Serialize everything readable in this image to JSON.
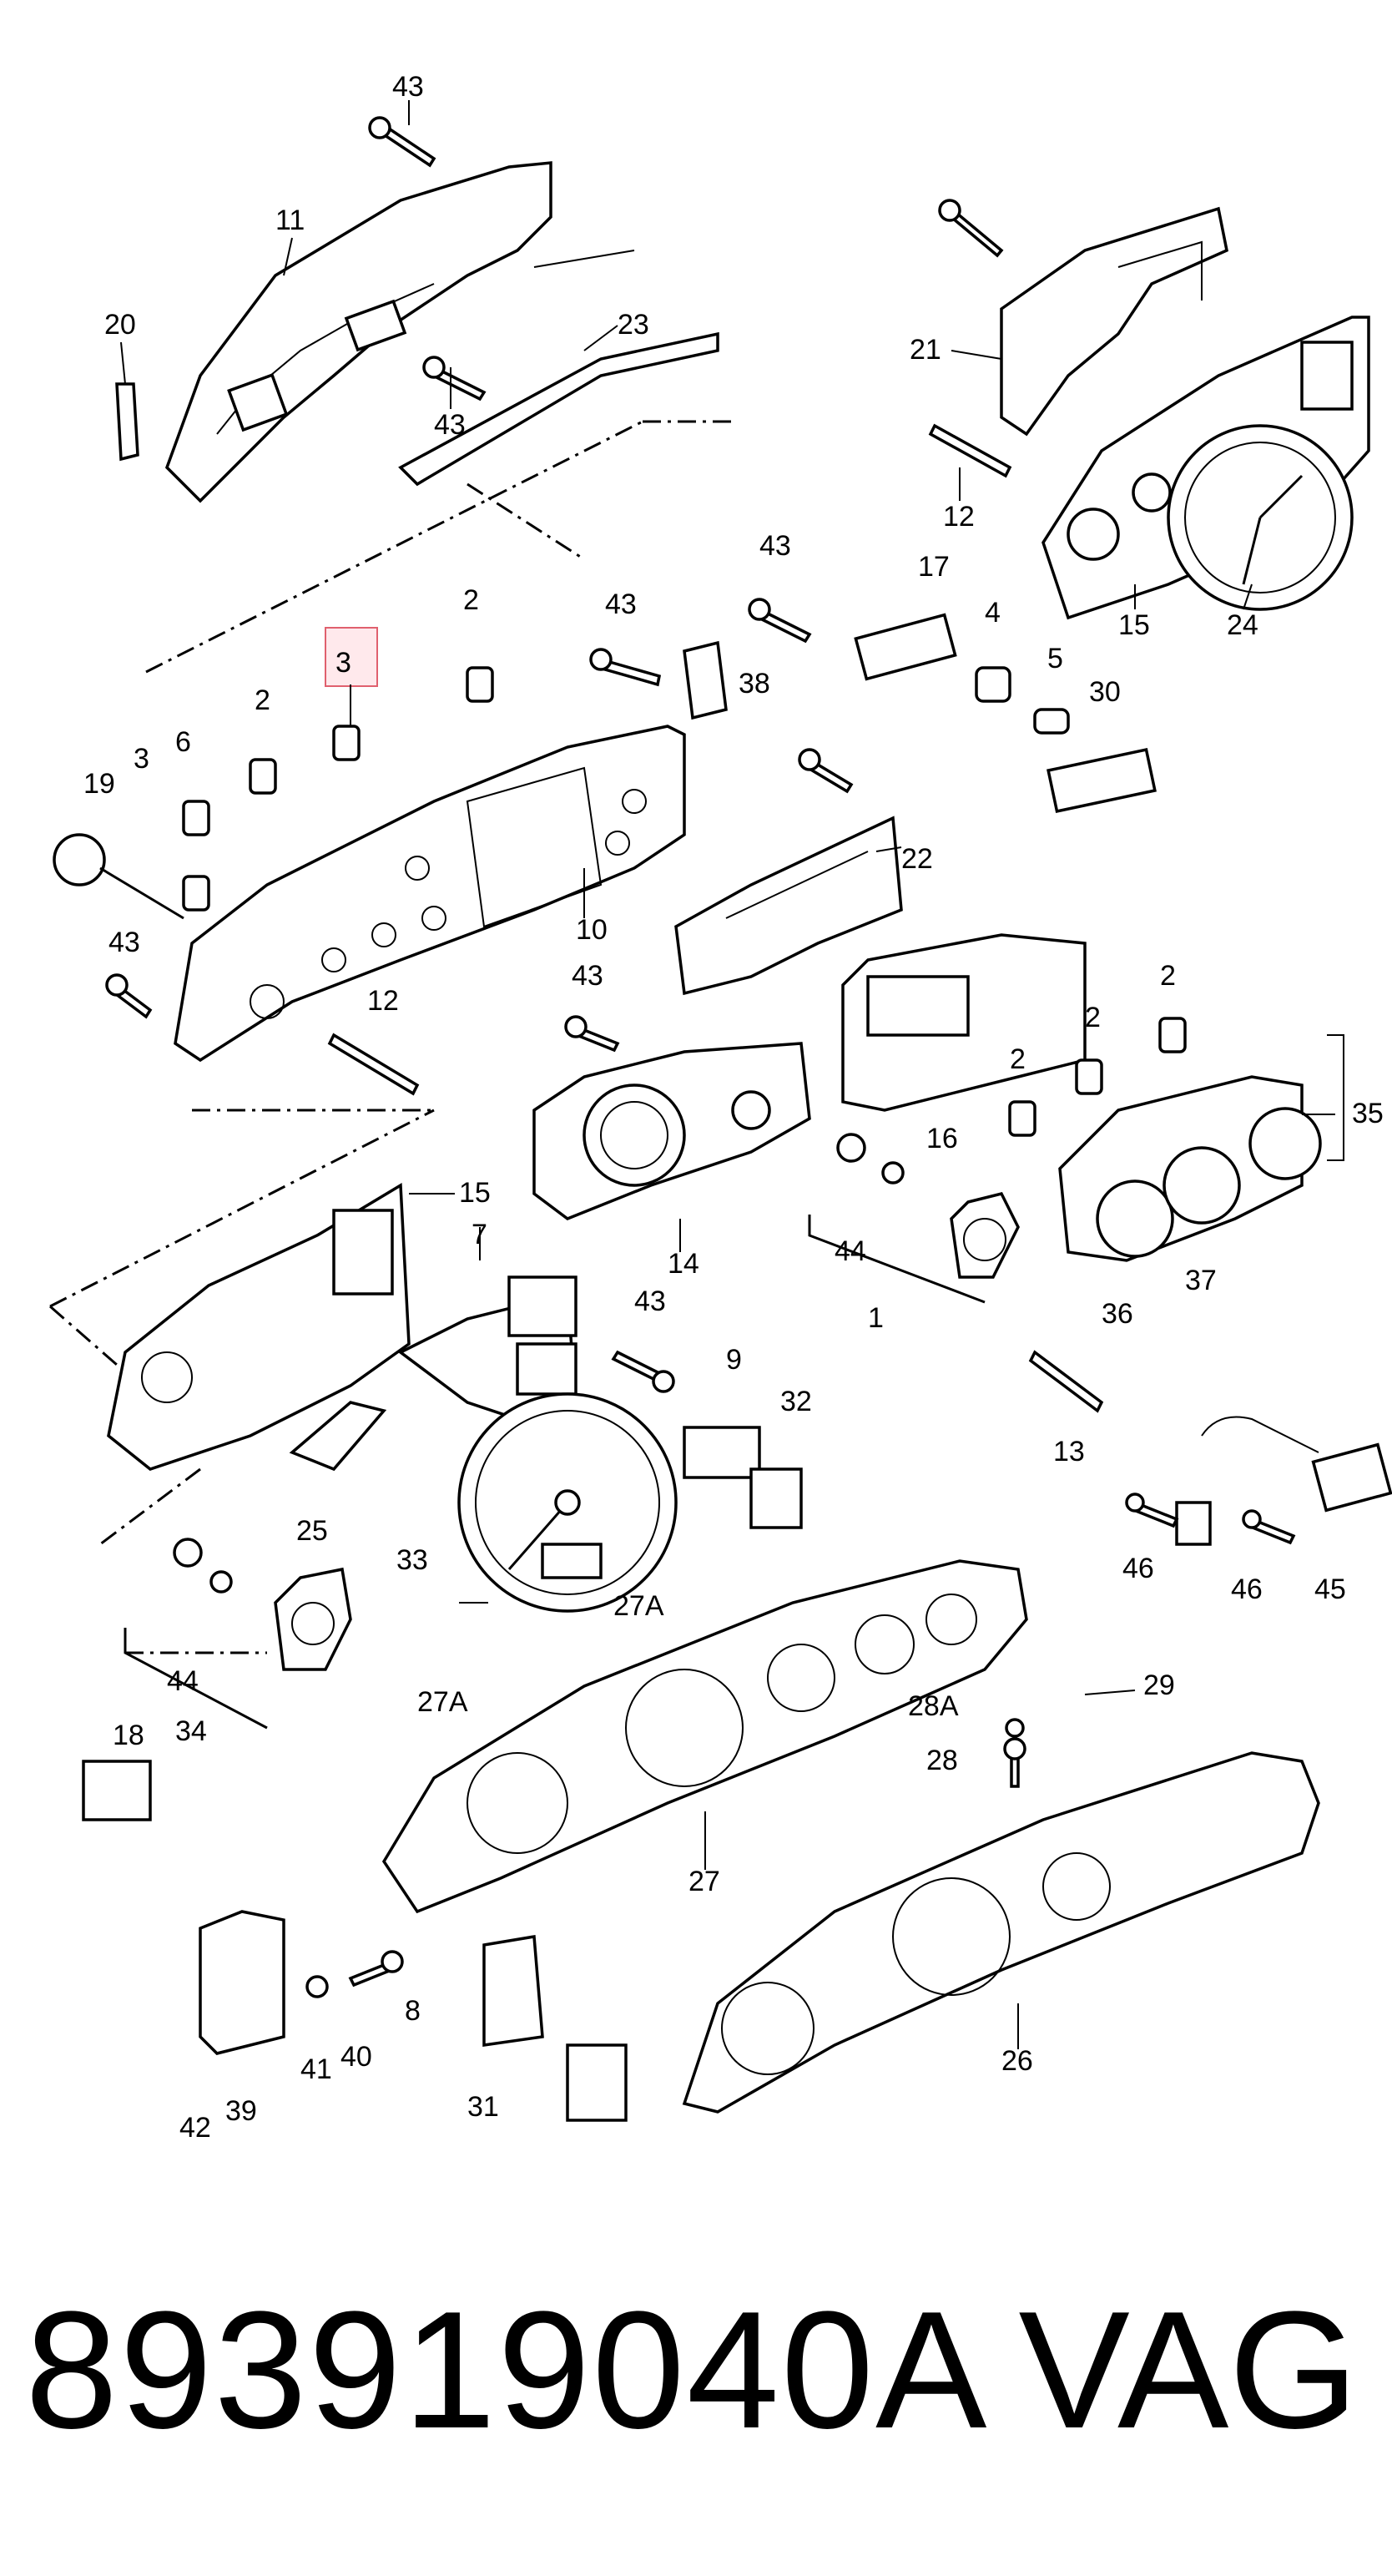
{
  "diagram": {
    "highlighted_callout": "3",
    "callouts": [
      "43",
      "11",
      "20",
      "23",
      "43",
      "21",
      "12",
      "15",
      "24",
      "2",
      "3",
      "43",
      "38",
      "43",
      "17",
      "4",
      "5",
      "30",
      "2",
      "6",
      "3",
      "19",
      "43",
      "10",
      "22",
      "12",
      "43",
      "16",
      "2",
      "2",
      "2",
      "35",
      "15",
      "7",
      "14",
      "44",
      "1",
      "36",
      "37",
      "43",
      "9",
      "32",
      "13",
      "46",
      "46",
      "45",
      "25",
      "33",
      "27A",
      "27A",
      "29",
      "28A",
      "28",
      "44",
      "34",
      "18",
      "27",
      "8",
      "40",
      "41",
      "42",
      "39",
      "31",
      "26"
    ]
  },
  "footer": {
    "part_number": "893919040A",
    "brand": "VAG"
  }
}
